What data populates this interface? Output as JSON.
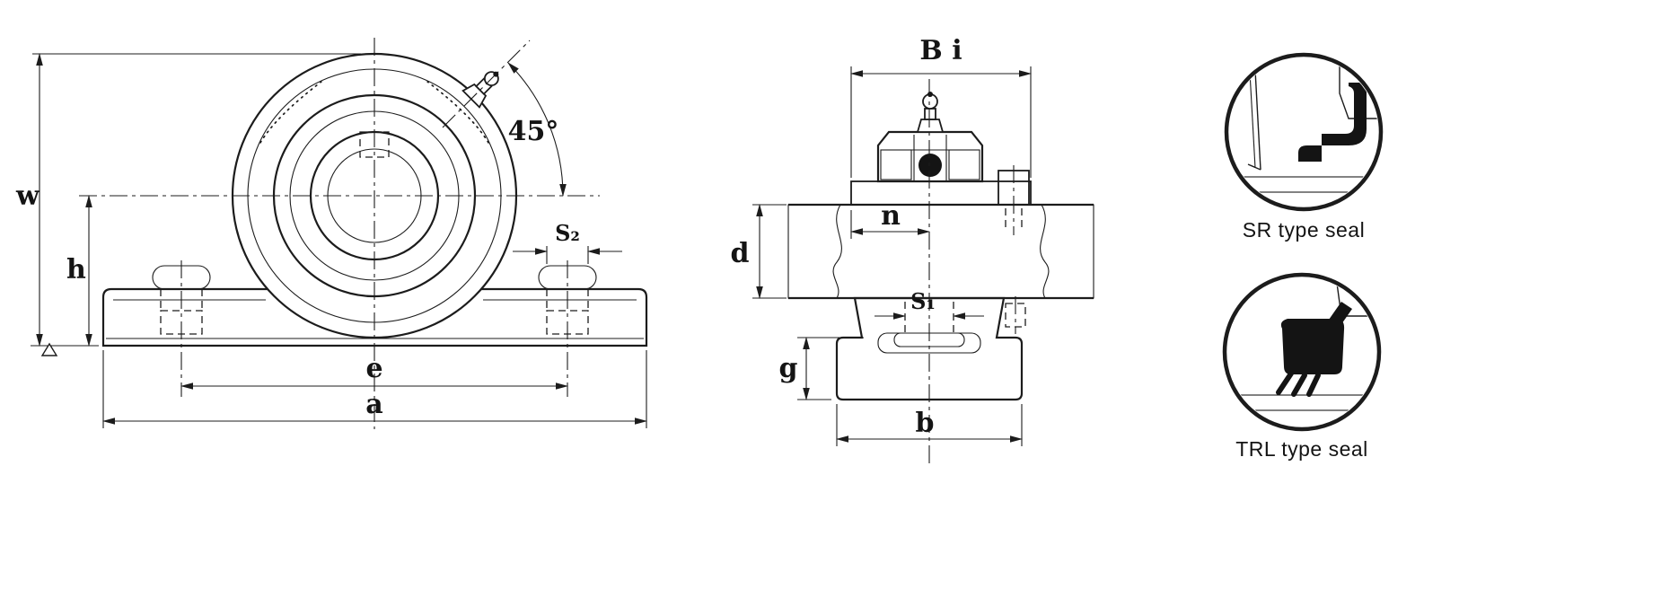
{
  "front_view": {
    "labels": {
      "w": "w",
      "h": "h",
      "e": "e",
      "a": "a",
      "s2": "S₂",
      "angle": "45°"
    }
  },
  "side_view": {
    "labels": {
      "bi": "B i",
      "n": "n",
      "d": "d",
      "s1": "S₁",
      "g": "g",
      "b": "b"
    }
  },
  "seal_details": [
    {
      "label": "SR type seal"
    },
    {
      "label": "TRL type seal"
    }
  ],
  "colors": {
    "ink": "#1c1c1c",
    "paper": "#ffffff"
  }
}
